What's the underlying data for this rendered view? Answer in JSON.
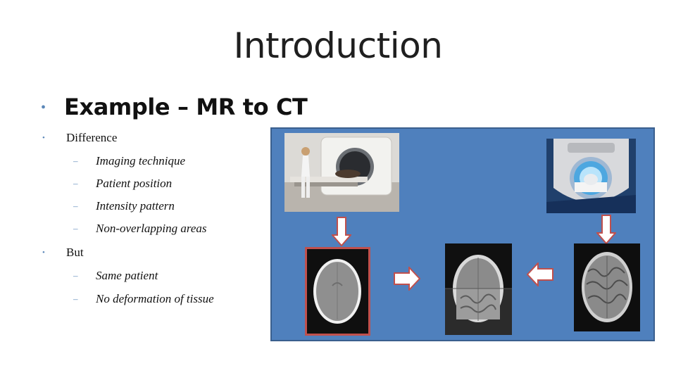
{
  "slide": {
    "title": "Introduction",
    "main_bullet": "Example – MR to CT",
    "items": [
      {
        "level": 1,
        "text": "Difference"
      },
      {
        "level": 2,
        "text": "Imaging technique"
      },
      {
        "level": 2,
        "text": "Patient position"
      },
      {
        "level": 2,
        "text": "Intensity pattern"
      },
      {
        "level": 2,
        "text": "Non-overlapping areas"
      },
      {
        "level": 1,
        "text": "But"
      },
      {
        "level": 2,
        "text": "Same patient"
      },
      {
        "level": 2,
        "text": "No deformation of tissue"
      }
    ]
  },
  "figure": {
    "panel_color": "#4f80bd",
    "arrow_fill": "#ffffff",
    "arrow_stroke": "#c0504d",
    "highlight_border": "#c0504d",
    "images": [
      {
        "name": "ct-scanner-photo",
        "kind": "photo"
      },
      {
        "name": "mri-scanner-photo",
        "kind": "photo"
      },
      {
        "name": "ct-brain-scan",
        "kind": "scan"
      },
      {
        "name": "fused-brain-scan",
        "kind": "scan"
      },
      {
        "name": "mr-brain-scan",
        "kind": "scan"
      }
    ],
    "arrows": [
      "down-arrow",
      "down-arrow",
      "right-arrow",
      "left-arrow"
    ]
  }
}
